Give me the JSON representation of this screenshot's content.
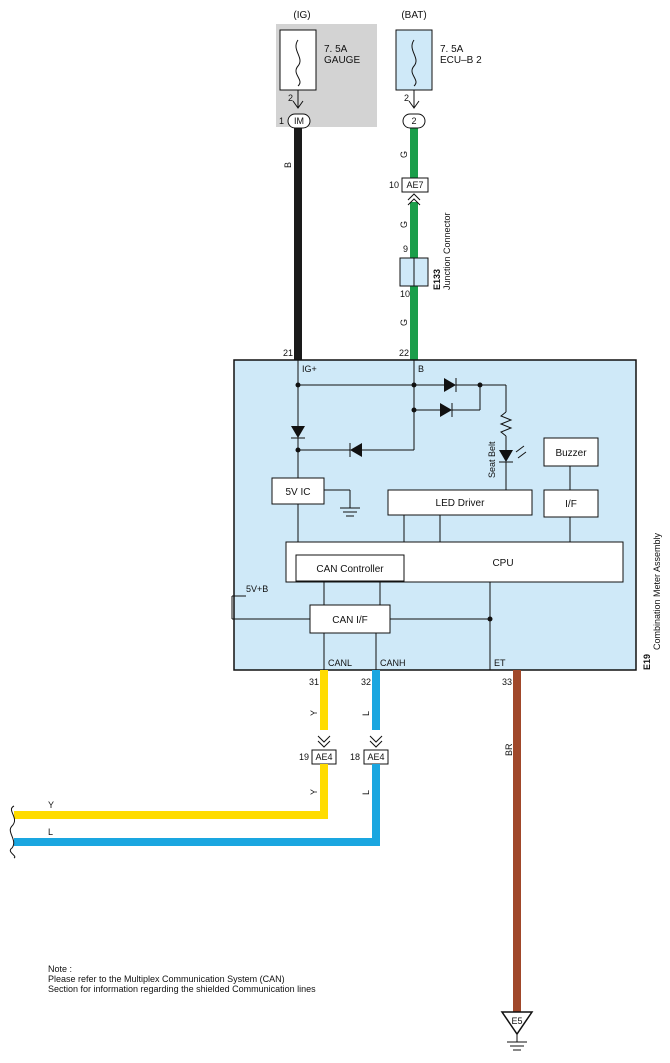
{
  "fuses": [
    {
      "source": "(IG)",
      "rating": "7. 5A",
      "name": "GAUGE",
      "pin": "2",
      "connector": "IM",
      "connector_pin": "1"
    },
    {
      "source": "(BAT)",
      "rating": "7. 5A",
      "name": "ECU–B 2",
      "pin": "2",
      "connector": "2"
    }
  ],
  "wires": {
    "ig_color": "B",
    "bat_color": "G",
    "canl_color": "Y",
    "canh_color": "L",
    "et_color": "BR",
    "bus_y_label": "Y",
    "bus_l_label": "L"
  },
  "connectors": {
    "ae7": {
      "label": "AE7",
      "pin": "10"
    },
    "junction": {
      "code": "E133",
      "name": "Junction Connector",
      "pin_top": "9",
      "pin_bottom": "10"
    },
    "ae4_left": {
      "label": "AE4",
      "pin": "19"
    },
    "ae4_right": {
      "label": "AE4",
      "pin": "18"
    },
    "ground": {
      "label": "E5"
    }
  },
  "meter": {
    "code": "E19",
    "name": "Combination Meter Assembly",
    "pins": {
      "ig": "21",
      "b": "22",
      "canl": "31",
      "canh": "32",
      "et": "33"
    },
    "terminals": {
      "ig": "IG+",
      "b": "B",
      "canl": "CANL",
      "canh": "CANH",
      "et": "ET"
    },
    "blocks": {
      "regulator": "5V IC",
      "led_driver": "LED Driver",
      "buzzer": "Buzzer",
      "interface": "I/F",
      "cpu": "CPU",
      "can_controller": "CAN Controller",
      "can_if": "CAN I/F",
      "supply": "5V+B",
      "seat_belt": "Seat Belt"
    }
  },
  "note": {
    "title": "Note :",
    "line1": "Please refer to the Multiplex Communication System (CAN)",
    "line2": "Section for information regarding the shielded Communication lines"
  },
  "colors": {
    "black_wire": "#1a1a1a",
    "green_wire": "#1a9e4a",
    "yellow_wire": "#ffdc00",
    "blue_wire": "#1aa6e0",
    "brown_wire": "#a0482a",
    "meter_fill": "#cfe9f8",
    "ig_fill": "#d3d3d3",
    "fuse_fill": "#cfe9f8"
  }
}
